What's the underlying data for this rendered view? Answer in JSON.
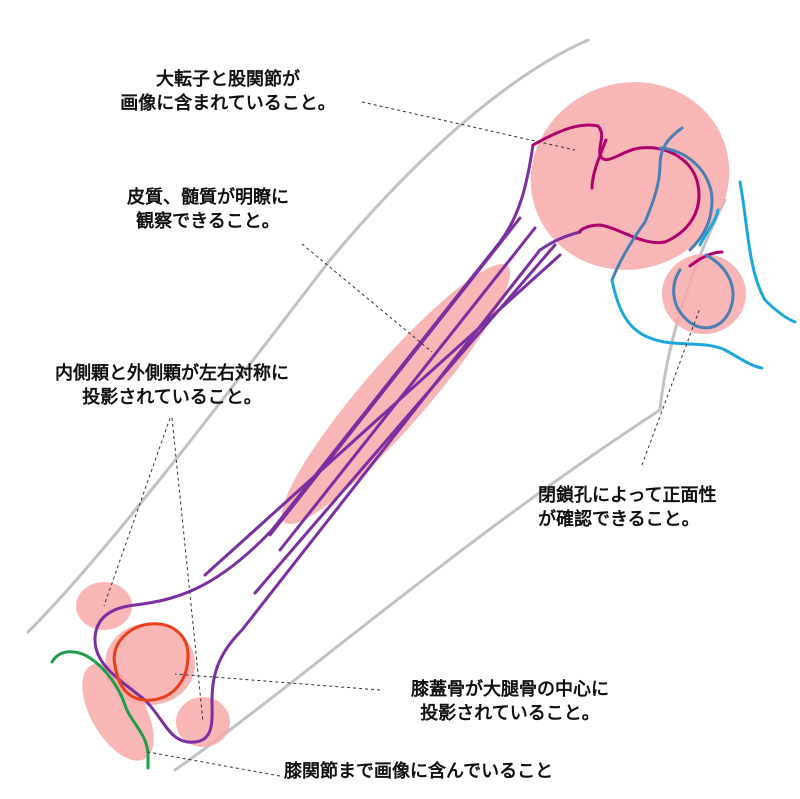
{
  "notes": {
    "trochanter": [
      "大転子と股関節が",
      "画像に含まれていること。"
    ],
    "cortex": [
      "皮質、髄質が明瞭に",
      "観察できること。"
    ],
    "condyles": [
      "内側顆と外側顆が左右対称に",
      "投影されていること。"
    ],
    "obturator": [
      "閉鎖孔によって正面性",
      "が確認できること。"
    ],
    "patella": [
      "膝蓋骨が大腿骨の中心に",
      "投影されていること。"
    ],
    "knee": [
      "膝関節まで画像に含んでいること"
    ]
  },
  "colors": {
    "highlight": "#f7a9a9",
    "femur_outline": "#7b2fa0",
    "pelvis_outline": "#b0006e",
    "acetabulum": "#4a7fb5",
    "pelvic_inner": "#1ba7dc",
    "patella": "#e8401c",
    "tibia_edge": "#1e9e4a",
    "soft_tissue": "#c2c2c2",
    "leader_line": "#333333"
  }
}
